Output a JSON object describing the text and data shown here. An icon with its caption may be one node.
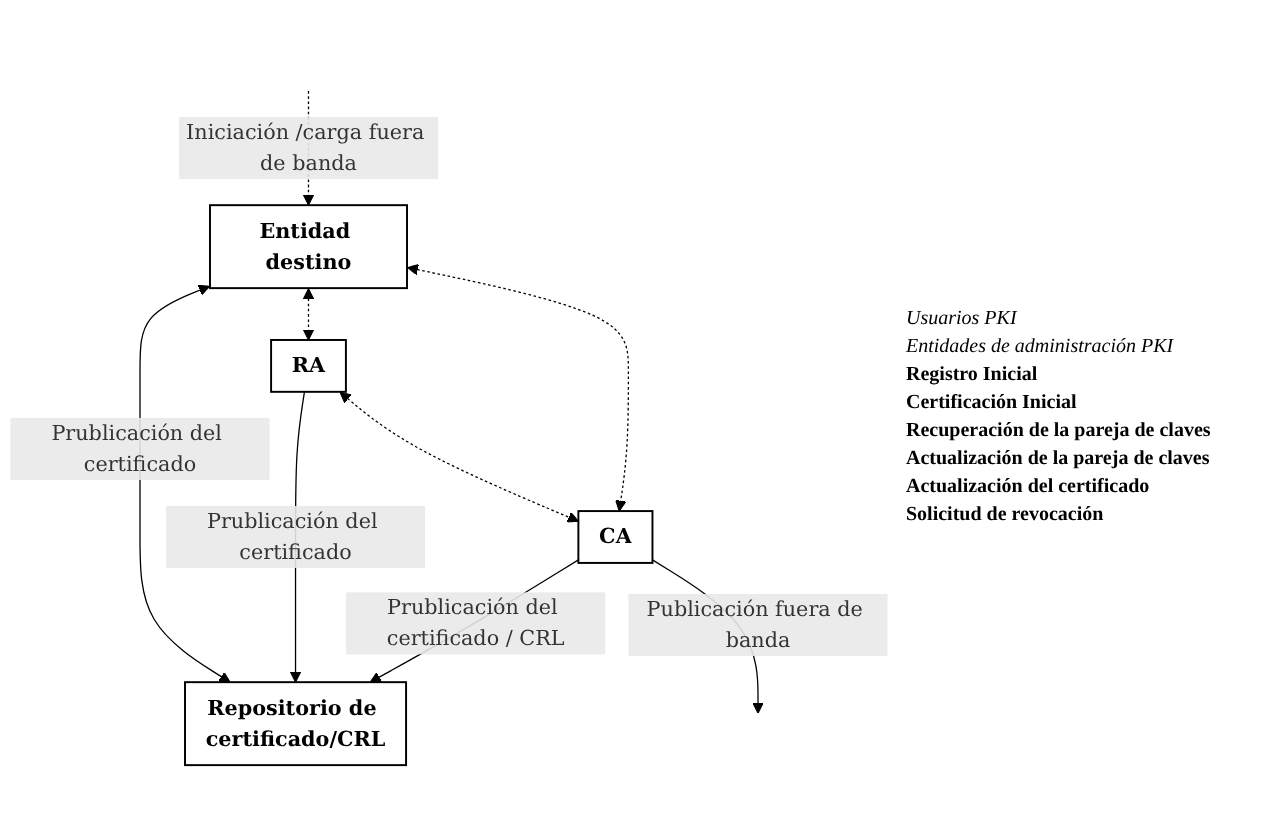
{
  "diagram": {
    "nodes": [
      {
        "text": [
          "Repositorio de certificado/CRL"
        ]
      },
      {
        "text": [
          "Entidad destino"
        ]
      },
      {
        "text": [
          "RA"
        ]
      },
      {
        "text": [
          "CA"
        ]
      }
    ],
    "edges": [
      {
        "from": 1,
        "to": 0,
        "arrow": "both",
        "label": "Prublicación del certificado"
      },
      {
        "from": null,
        "to": 1,
        "arrow": "to",
        "style": "dashed",
        "label": "Iniciación /carga fuera de banda"
      },
      {
        "from": 1,
        "to": 2,
        "arrow": "both",
        "style": "dashed"
      },
      {
        "from": 1,
        "to": 3,
        "arrow": "both",
        "style": "dashed"
      },
      {
        "from": 2,
        "to": 0,
        "arrow": "to",
        "label": "Prublicación del certificado"
      },
      {
        "from": 2,
        "to": 3,
        "arrow": "both",
        "style": "dashed"
      },
      {
        "from": 3,
        "to": 0,
        "arrow": "to",
        "label": "Prublicación del certificado / CRL"
      },
      {
        "from": 3,
        "to": null,
        "arrow": "to",
        "label": "Publicación fuera de banda"
      }
    ],
    "labels": [
      "Usuarios PKI",
      "Entidades de administración PKI",
      "Registro Inicial",
      "Certificación Inicial",
      "Recuperación de la pareja de claves",
      "Actualización de la pareja de claves",
      "Actualización del certificado",
      "Solicitud de revocación"
    ]
  }
}
